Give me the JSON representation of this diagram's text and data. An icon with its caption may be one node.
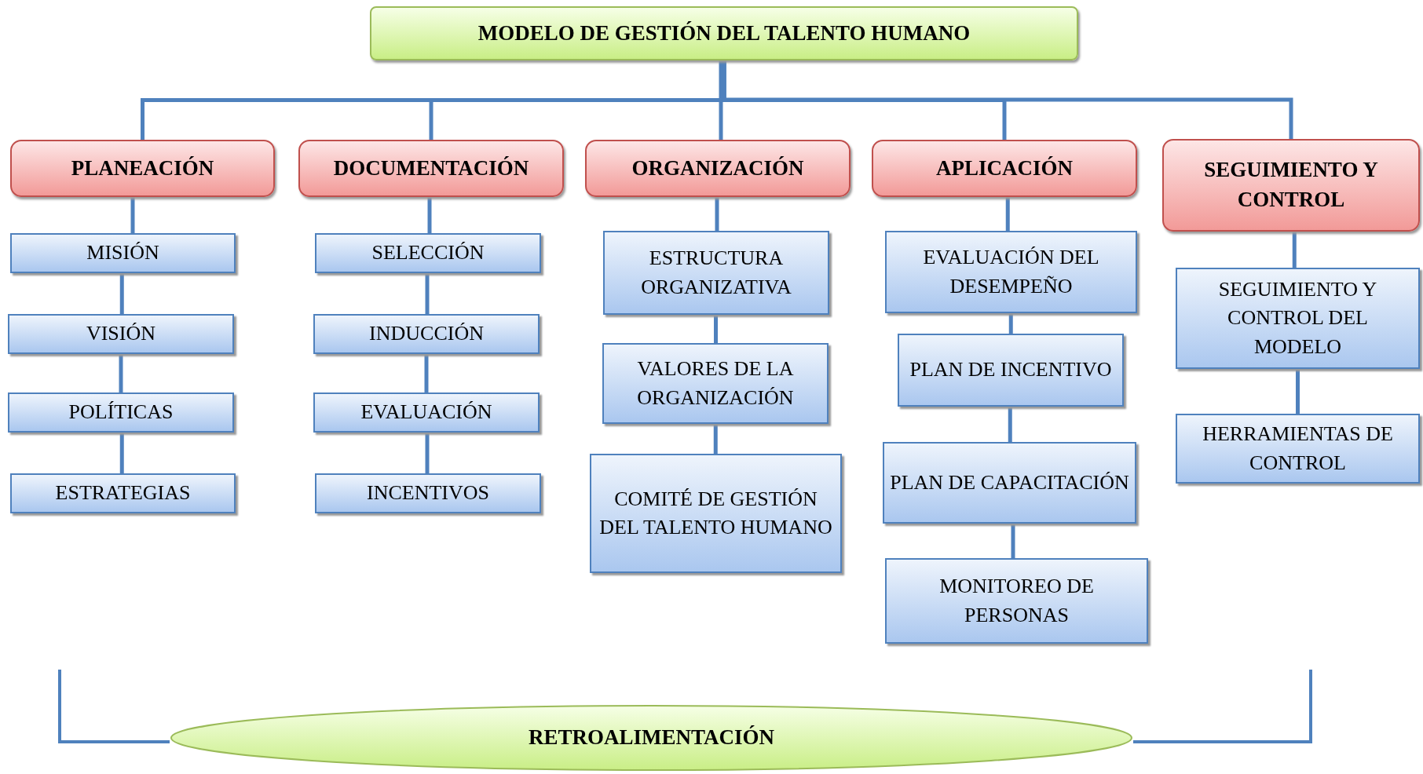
{
  "diagram": {
    "nodes": [
      {
        "text": [
          "MODELO DE GESTIÓN DEL TALENTO HUMANO"
        ]
      },
      {
        "text": [
          "PLANEACIÓN"
        ]
      },
      {
        "text": [
          "MISIÓN"
        ]
      },
      {
        "text": [
          "VISIÓN"
        ]
      },
      {
        "text": [
          "POLÍTICAS"
        ]
      },
      {
        "text": [
          "ESTRATEGIAS"
        ]
      },
      {
        "text": [
          "DOCUMENTACIÓN"
        ]
      },
      {
        "text": [
          "SELECCIÓN"
        ]
      },
      {
        "text": [
          "INDUCCIÓN"
        ]
      },
      {
        "text": [
          "EVALUACIÓN"
        ]
      },
      {
        "text": [
          "INCENTIVOS"
        ]
      },
      {
        "text": [
          "ORGANIZACIÓN"
        ]
      },
      {
        "text": [
          "ESTRUCTURA ORGANIZATIVA"
        ]
      },
      {
        "text": [
          "VALORES DE LA ORGANIZACIÓN"
        ]
      },
      {
        "text": [
          "COMITÉ DE GESTIÓN DEL TALENTO HUMANO"
        ]
      },
      {
        "text": [
          "APLICACIÓN"
        ]
      },
      {
        "text": [
          "EVALUACIÓN DEL DESEMPEÑO"
        ]
      },
      {
        "text": [
          "PLAN DE INCENTIVO"
        ]
      },
      {
        "text": [
          "PLAN DE CAPACITACIÓN"
        ]
      },
      {
        "text": [
          "MONITOREO DE PERSONAS"
        ]
      },
      {
        "text": [
          "SEGUIMIENTO Y CONTROL"
        ]
      },
      {
        "text": [
          "SEGUIMIENTO Y CONTROL DEL MODELO"
        ]
      },
      {
        "text": [
          "HERRAMIENTAS DE CONTROL"
        ]
      },
      {
        "text": [
          "RETROALIMENTACIÓN"
        ]
      }
    ],
    "edges": [
      {
        "from": 0,
        "to": 1,
        "arrow": "none"
      },
      {
        "from": 0,
        "to": 6,
        "arrow": "none"
      },
      {
        "from": 0,
        "to": 11,
        "arrow": "none"
      },
      {
        "from": 0,
        "to": 15,
        "arrow": "none"
      },
      {
        "from": 0,
        "to": 20,
        "arrow": "none"
      },
      {
        "from": 1,
        "to": 2,
        "arrow": "none"
      },
      {
        "from": 2,
        "to": 3,
        "arrow": "none"
      },
      {
        "from": 3,
        "to": 4,
        "arrow": "none"
      },
      {
        "from": 4,
        "to": 5,
        "arrow": "none"
      },
      {
        "from": 6,
        "to": 7,
        "arrow": "none"
      },
      {
        "from": 7,
        "to": 8,
        "arrow": "none"
      },
      {
        "from": 8,
        "to": 9,
        "arrow": "none"
      },
      {
        "from": 9,
        "to": 10,
        "arrow": "none"
      },
      {
        "from": 11,
        "to": 12,
        "arrow": "none"
      },
      {
        "from": 12,
        "to": 13,
        "arrow": "none"
      },
      {
        "from": 13,
        "to": 14,
        "arrow": "none"
      },
      {
        "from": 15,
        "to": 16,
        "arrow": "none"
      },
      {
        "from": 16,
        "to": 17,
        "arrow": "none"
      },
      {
        "from": 17,
        "to": 18,
        "arrow": "none"
      },
      {
        "from": 18,
        "to": 19,
        "arrow": "none"
      },
      {
        "from": 20,
        "to": 21,
        "arrow": "none"
      },
      {
        "from": 21,
        "to": 22,
        "arrow": "none"
      }
    ]
  }
}
